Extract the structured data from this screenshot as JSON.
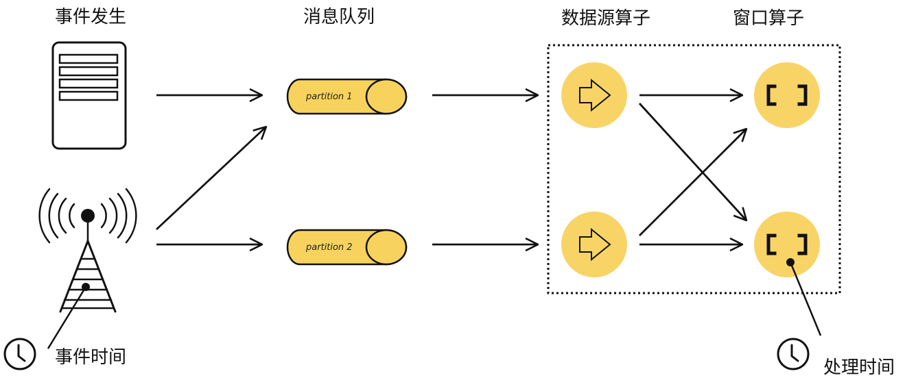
{
  "headers": {
    "event_occurs": "事件发生",
    "message_queue": "消息队列",
    "source_operator": "数据源算子",
    "window_operator": "窗口算子"
  },
  "queues": [
    {
      "label": "partition 1"
    },
    {
      "label": "partition 2"
    }
  ],
  "time_labels": {
    "event_time": "事件时间",
    "processing_time": "处理时间"
  },
  "colors": {
    "accent": "#f8d467",
    "partition_fill": "#f7d35e",
    "stroke": "#111111"
  },
  "icons": {
    "server": "server-icon",
    "antenna": "antenna-tower-icon",
    "clock": "clock-icon",
    "arrow": "arrow-right-icon",
    "brackets": "window-brackets-icon"
  }
}
